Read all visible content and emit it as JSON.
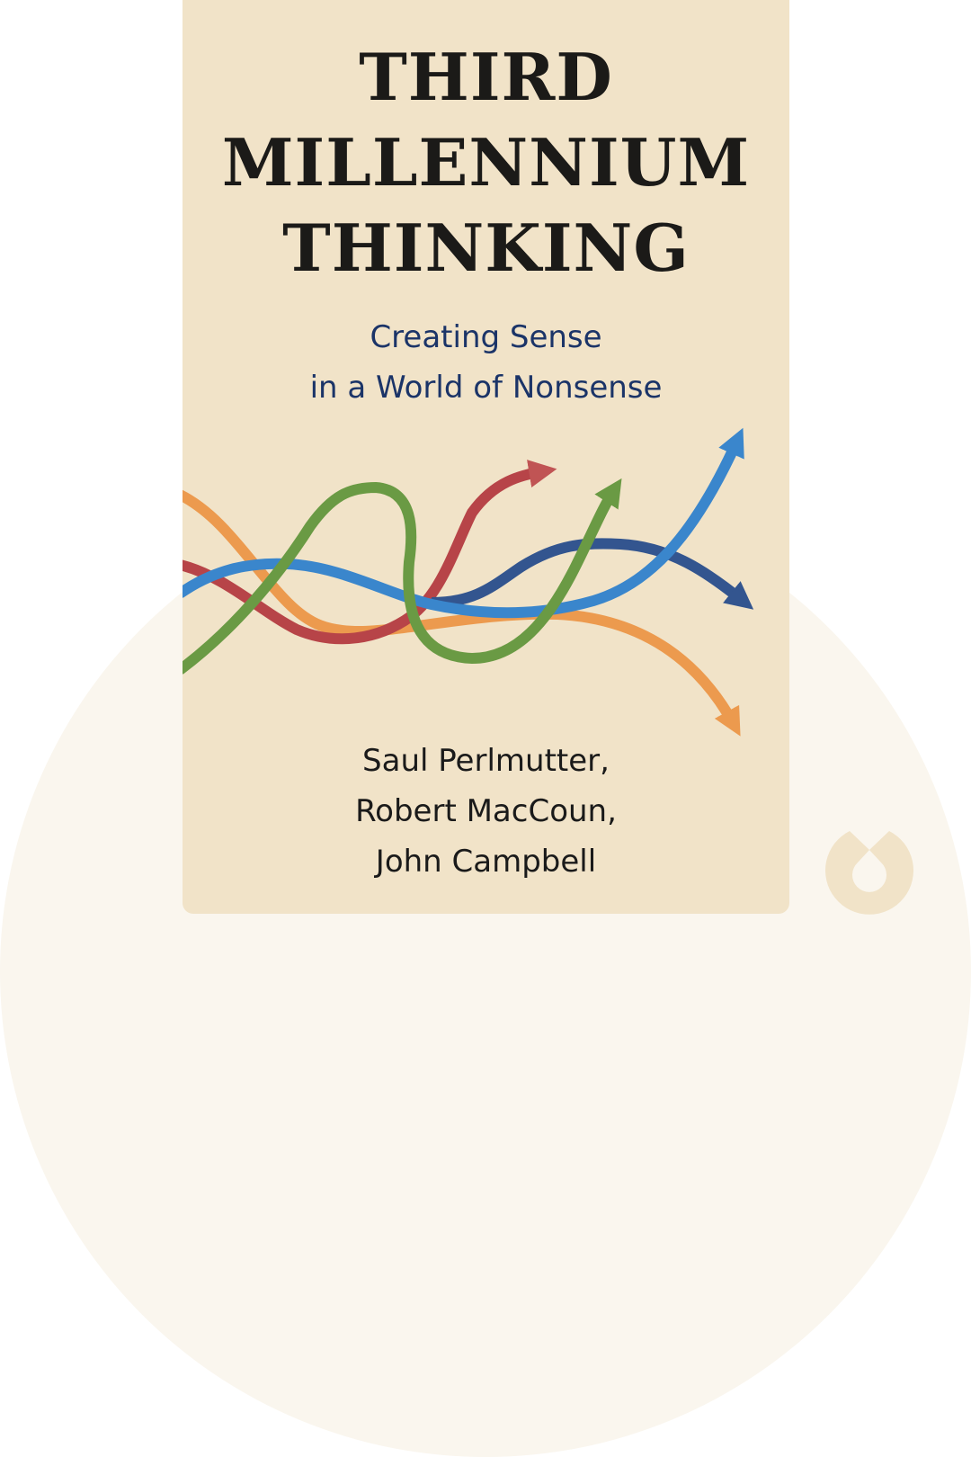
{
  "cover": {
    "title_lines": [
      "THIRD",
      "MILLENNIUM",
      "THINKING"
    ],
    "subtitle_lines": [
      "Creating Sense",
      "in a World of Nonsense"
    ],
    "author_lines": [
      "Saul Perlmutter,",
      "Robert MacCoun,",
      "John Campbell"
    ]
  },
  "colors": {
    "page_background": "#ffffff",
    "circle_background": "#faf6ee",
    "card_background": "#f1e3c8",
    "title": "#1b1a18",
    "subtitle": "#1b3468",
    "authors": "#1a1a1a",
    "arrow_orange": "#ec9a4e",
    "arrow_red": "#b74448",
    "arrow_light_blue": "#3a86cc",
    "arrow_dark_blue": "#33558f",
    "arrow_green": "#6a9a44",
    "logo": "#f1e3c8"
  },
  "illustration": {
    "arrows": [
      {
        "name": "orange",
        "direction": "down-right"
      },
      {
        "name": "red",
        "direction": "up-right"
      },
      {
        "name": "light-blue",
        "direction": "up-right"
      },
      {
        "name": "dark-blue",
        "direction": "down-right"
      },
      {
        "name": "green",
        "direction": "up-right"
      }
    ]
  },
  "logo": {
    "icon": "blinkist-logo-icon"
  }
}
